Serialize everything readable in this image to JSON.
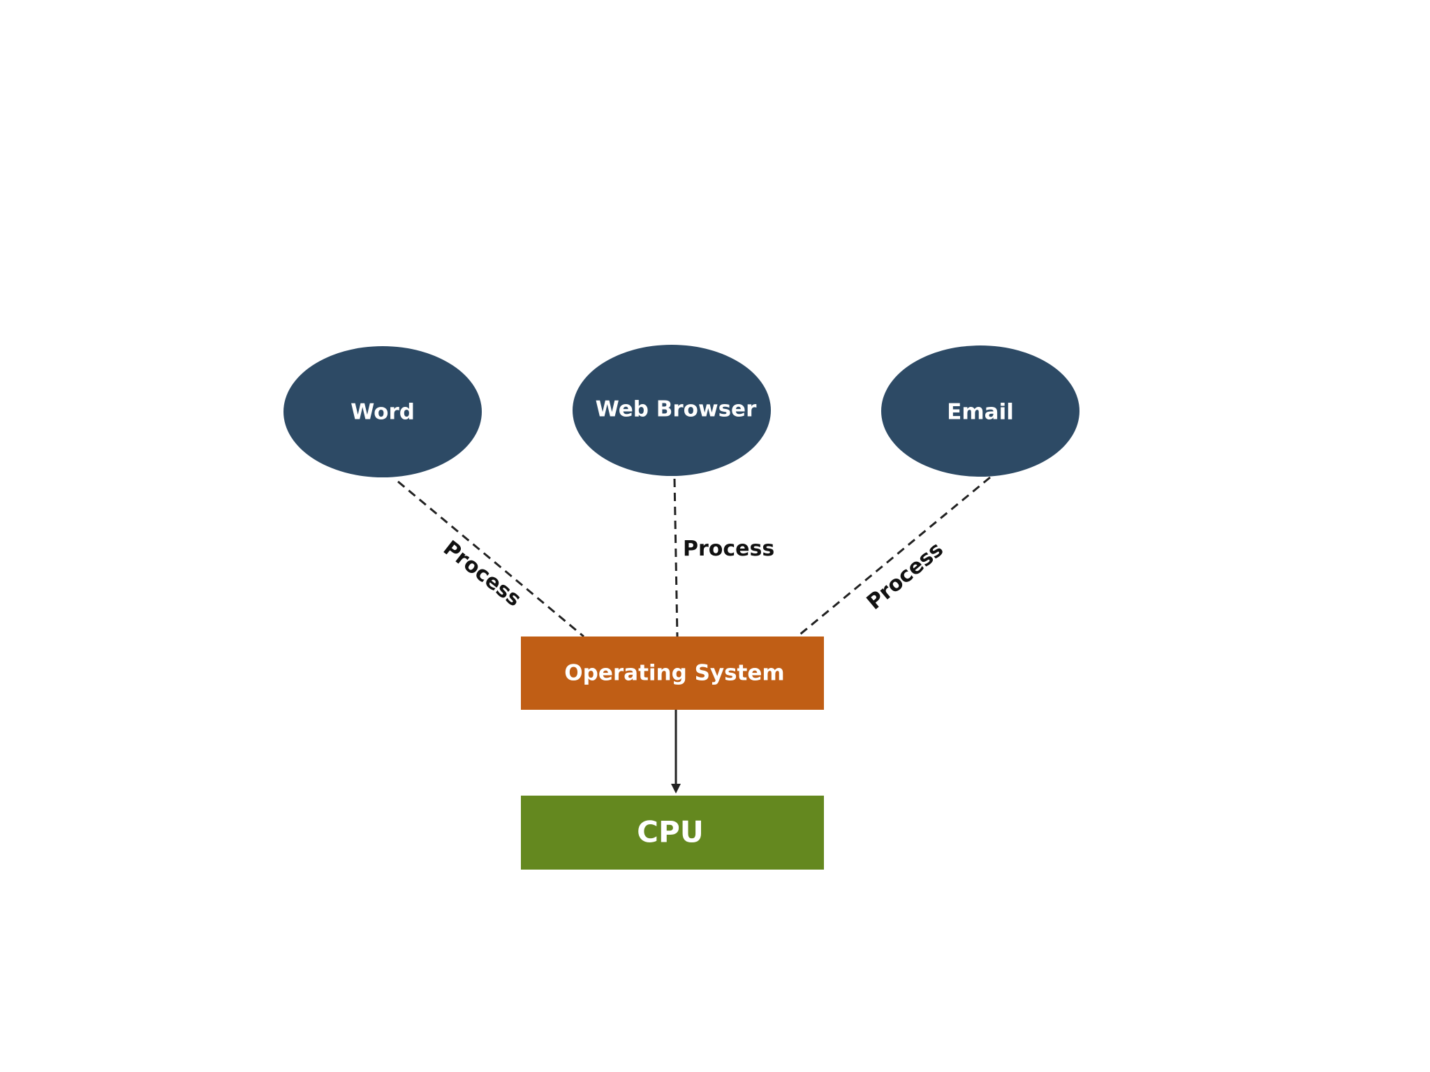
{
  "colors": {
    "process_node": "#2d4a65",
    "os_box": "#c05e15",
    "cpu_box": "#64881f",
    "line": "#222222",
    "background": "#ffffff"
  },
  "nodes": {
    "word": "Word",
    "web_browser": "Web Browser",
    "email": "Email",
    "operating_system": "Operating System",
    "cpu": "CPU"
  },
  "edges": {
    "word_label": "Process",
    "browser_label": "Process",
    "email_label": "Process"
  }
}
